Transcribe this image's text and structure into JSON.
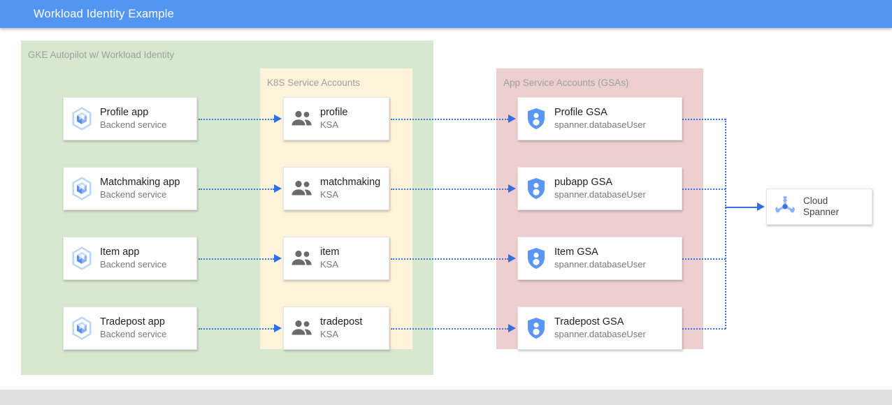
{
  "titlebar": {
    "title": "Workload Identity Example",
    "background": "#5296f2",
    "text_color": "#ffffff"
  },
  "colors": {
    "panel_gke": "#d7e8d0",
    "panel_ksa": "#fcf3da",
    "panel_gsa": "#edcfcf",
    "connector": "#3a74e0",
    "arrow": "#2f6fe0",
    "card_bg": "#ffffff",
    "footer": "#e0e0e0"
  },
  "panels": [
    {
      "id": "gke",
      "title": "GKE Autopilot w/ Workload Identity"
    },
    {
      "id": "ksa",
      "title": "K8S Service Accounts"
    },
    {
      "id": "gsa",
      "title": "App Service Accounts (GSAs)"
    }
  ],
  "apps": [
    {
      "title": "Profile app",
      "sub": "Backend service",
      "icon": "gke-cube-icon"
    },
    {
      "title": "Matchmaking app",
      "sub": "Backend service",
      "icon": "gke-cube-icon"
    },
    {
      "title": "Item app",
      "sub": "Backend service",
      "icon": "gke-cube-icon"
    },
    {
      "title": "Tradepost app",
      "sub": "Backend service",
      "icon": "gke-cube-icon"
    }
  ],
  "ksas": [
    {
      "title": "profile",
      "sub": "KSA",
      "icon": "people-group-icon"
    },
    {
      "title": "matchmaking",
      "sub": "KSA",
      "icon": "people-group-icon"
    },
    {
      "title": "item",
      "sub": "KSA",
      "icon": "people-group-icon"
    },
    {
      "title": "tradepost",
      "sub": "KSA",
      "icon": "people-group-icon"
    }
  ],
  "gsas": [
    {
      "title": "Profile GSA",
      "sub": "spanner.databaseUser",
      "icon": "shield-person-icon"
    },
    {
      "title": "pubapp GSA",
      "sub": "spanner.databaseUser",
      "icon": "shield-person-icon"
    },
    {
      "title": "Item GSA",
      "sub": "spanner.databaseUser",
      "icon": "shield-person-icon"
    },
    {
      "title": "Tradepost GSA",
      "sub": "spanner.databaseUser",
      "icon": "shield-person-icon"
    }
  ],
  "destination": {
    "line1": "Cloud",
    "line2": "Spanner",
    "icon": "cloud-spanner-icon"
  }
}
